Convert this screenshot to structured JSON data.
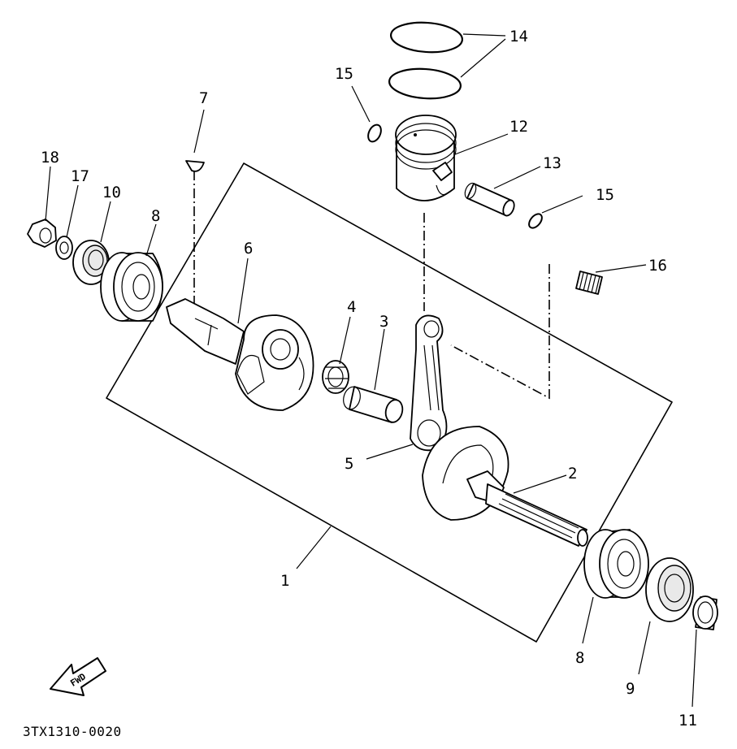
{
  "diagram": {
    "code": "3TX1310-0020",
    "fwd_label": "FWD",
    "callouts": [
      {
        "id": "1",
        "label": "1"
      },
      {
        "id": "2",
        "label": "2"
      },
      {
        "id": "3",
        "label": "3"
      },
      {
        "id": "4",
        "label": "4"
      },
      {
        "id": "5",
        "label": "5"
      },
      {
        "id": "6",
        "label": "6"
      },
      {
        "id": "7",
        "label": "7"
      },
      {
        "id": "8a",
        "label": "8"
      },
      {
        "id": "8b",
        "label": "8"
      },
      {
        "id": "9",
        "label": "9"
      },
      {
        "id": "10",
        "label": "10"
      },
      {
        "id": "11",
        "label": "11"
      },
      {
        "id": "12",
        "label": "12"
      },
      {
        "id": "13",
        "label": "13"
      },
      {
        "id": "14",
        "label": "14"
      },
      {
        "id": "15a",
        "label": "15"
      },
      {
        "id": "15b",
        "label": "15"
      },
      {
        "id": "16",
        "label": "16"
      },
      {
        "id": "17",
        "label": "17"
      },
      {
        "id": "18",
        "label": "18"
      }
    ]
  }
}
